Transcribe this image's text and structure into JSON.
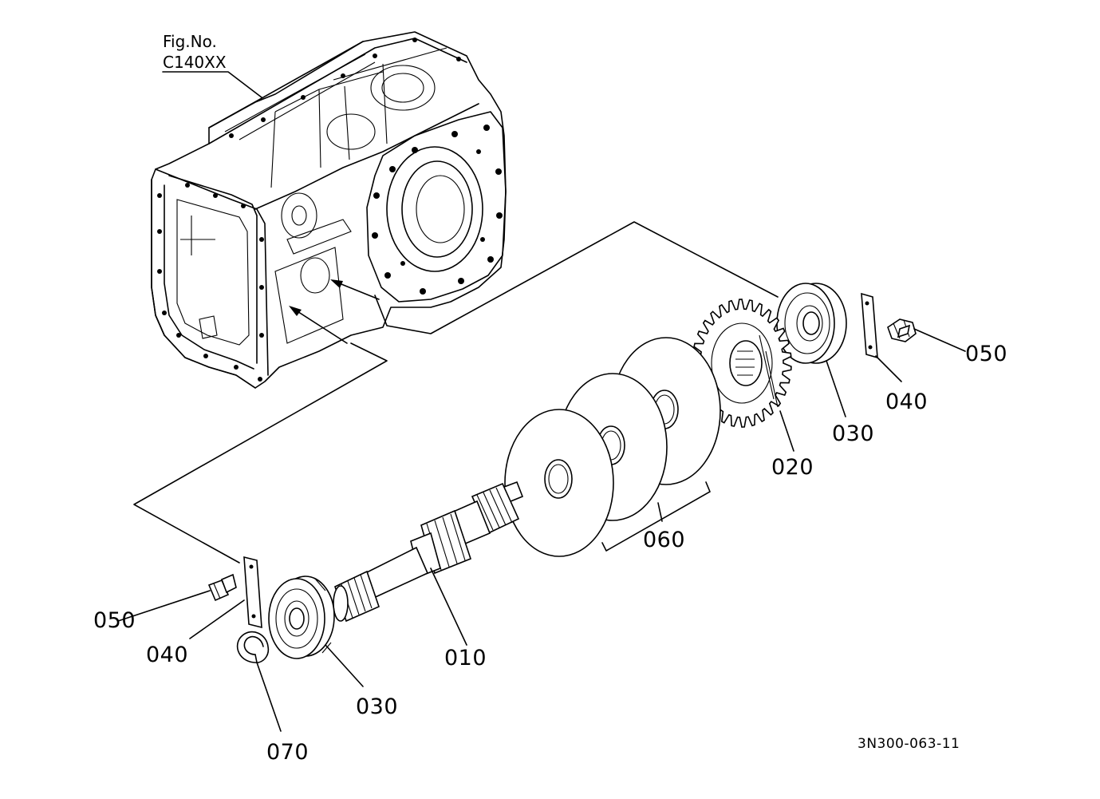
{
  "figure_ref": {
    "label": "Fig.No.",
    "number": "C140XX"
  },
  "callouts": [
    {
      "id": "050-upper",
      "text": "050"
    },
    {
      "id": "040-upper",
      "text": "040"
    },
    {
      "id": "030-upper",
      "text": "030"
    },
    {
      "id": "020",
      "text": "020"
    },
    {
      "id": "060",
      "text": "060"
    },
    {
      "id": "010",
      "text": "010"
    },
    {
      "id": "050-lower",
      "text": "050"
    },
    {
      "id": "040-lower",
      "text": "040"
    },
    {
      "id": "030-lower",
      "text": "030"
    },
    {
      "id": "070",
      "text": "070"
    }
  ],
  "drawing_code": "3N300-063-11"
}
